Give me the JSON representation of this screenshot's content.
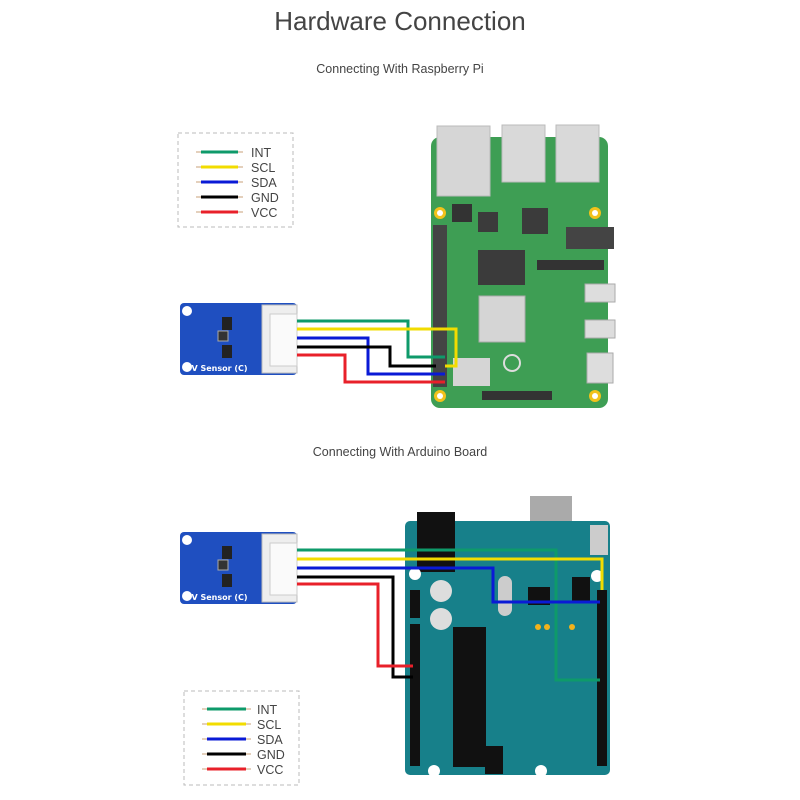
{
  "title": "Hardware Connection",
  "sections": [
    {
      "subtitle": "Connecting With Raspberry Pi",
      "sensor_label": "UV Sensor (C)"
    },
    {
      "subtitle": "Connecting With Arduino Board",
      "sensor_label": "UV Sensor (C)"
    }
  ],
  "legend": [
    {
      "label": "INT",
      "color": "#0e9a6a"
    },
    {
      "label": "SCL",
      "color": "#f2dc00"
    },
    {
      "label": "SDA",
      "color": "#0a1ad6"
    },
    {
      "label": "GND",
      "color": "#000000"
    },
    {
      "label": "VCC",
      "color": "#e8202a"
    }
  ],
  "colors": {
    "rpi_board": "#3e9e54",
    "arduino_board": "#17808a",
    "sensor_board": "#1f4fc0"
  }
}
